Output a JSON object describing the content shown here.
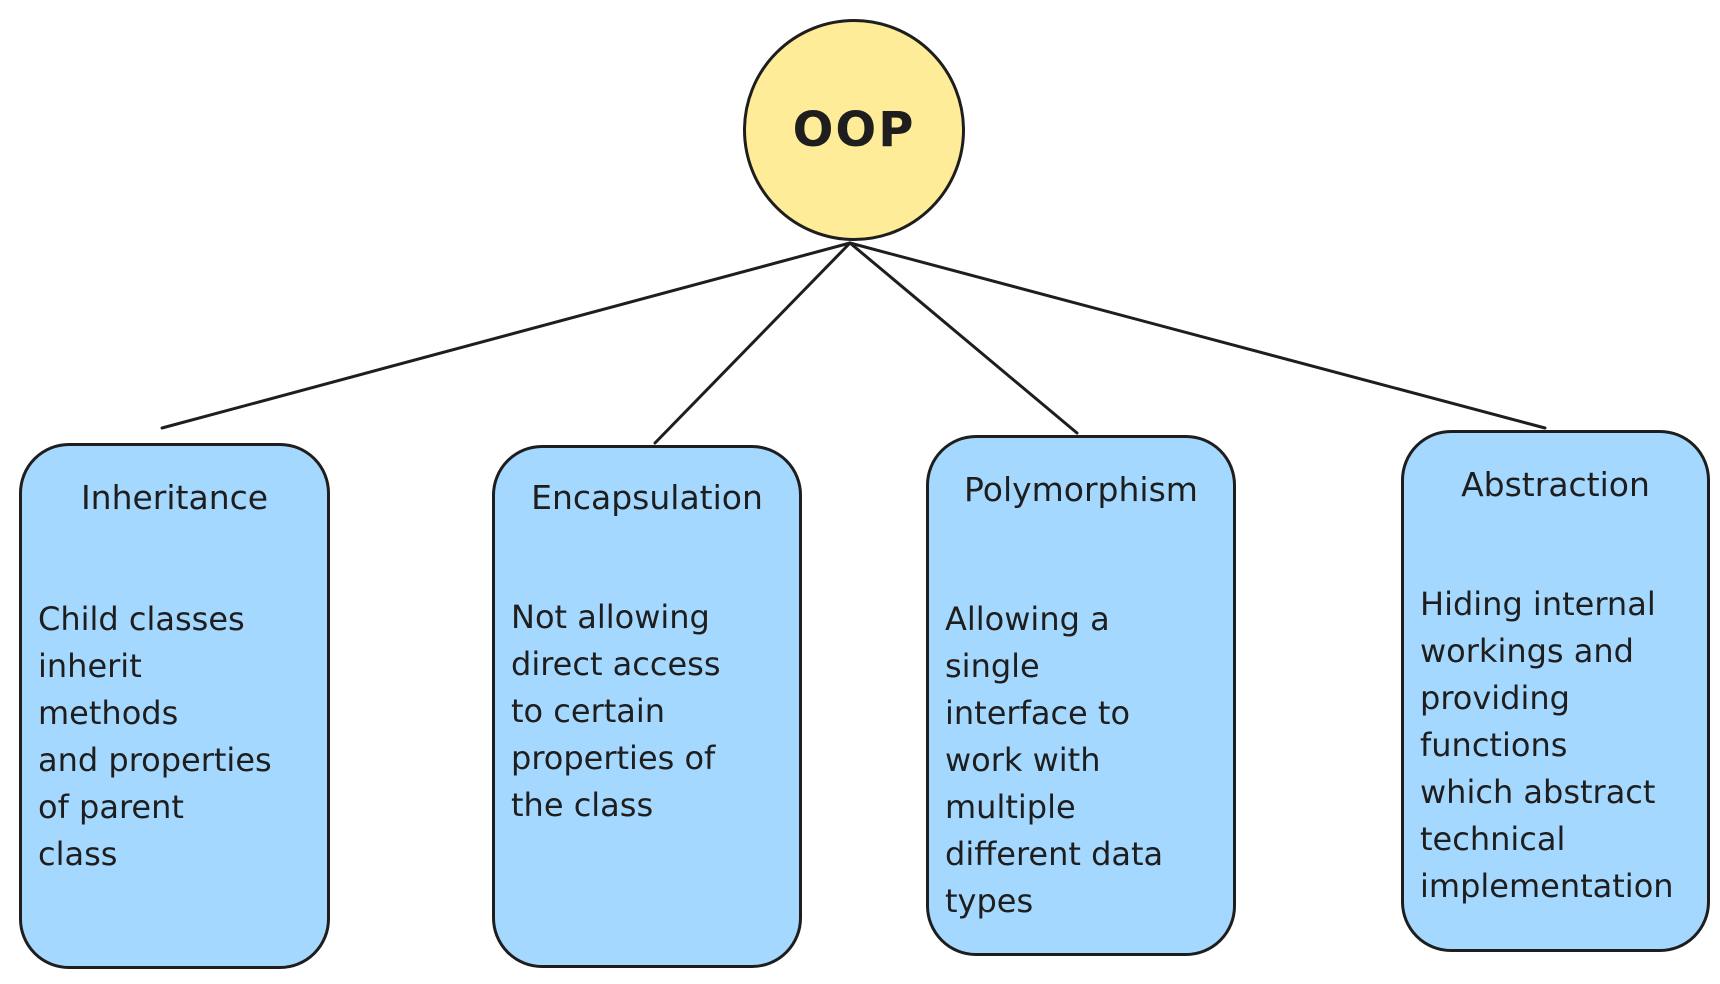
{
  "root": {
    "label": "OOP",
    "fill_color": "#ffec99"
  },
  "cards": [
    {
      "title": "Inheritance",
      "body": "Child classes\ninherit\nmethods\nand properties\nof parent\nclass"
    },
    {
      "title": "Encapsulation",
      "body": "Not allowing\ndirect access\nto certain\nproperties of\nthe class"
    },
    {
      "title": "Polymorphism",
      "body": "Allowing a\nsingle\ninterface to\nwork with\nmultiple\ndifferent data\ntypes"
    },
    {
      "title": "Abstraction",
      "body": "Hiding internal\nworkings and\nproviding\nfunctions\nwhich abstract\ntechnical\nimplementation"
    }
  ],
  "colors": {
    "card_fill": "#a5d8ff",
    "stroke": "#1e1e1e"
  }
}
